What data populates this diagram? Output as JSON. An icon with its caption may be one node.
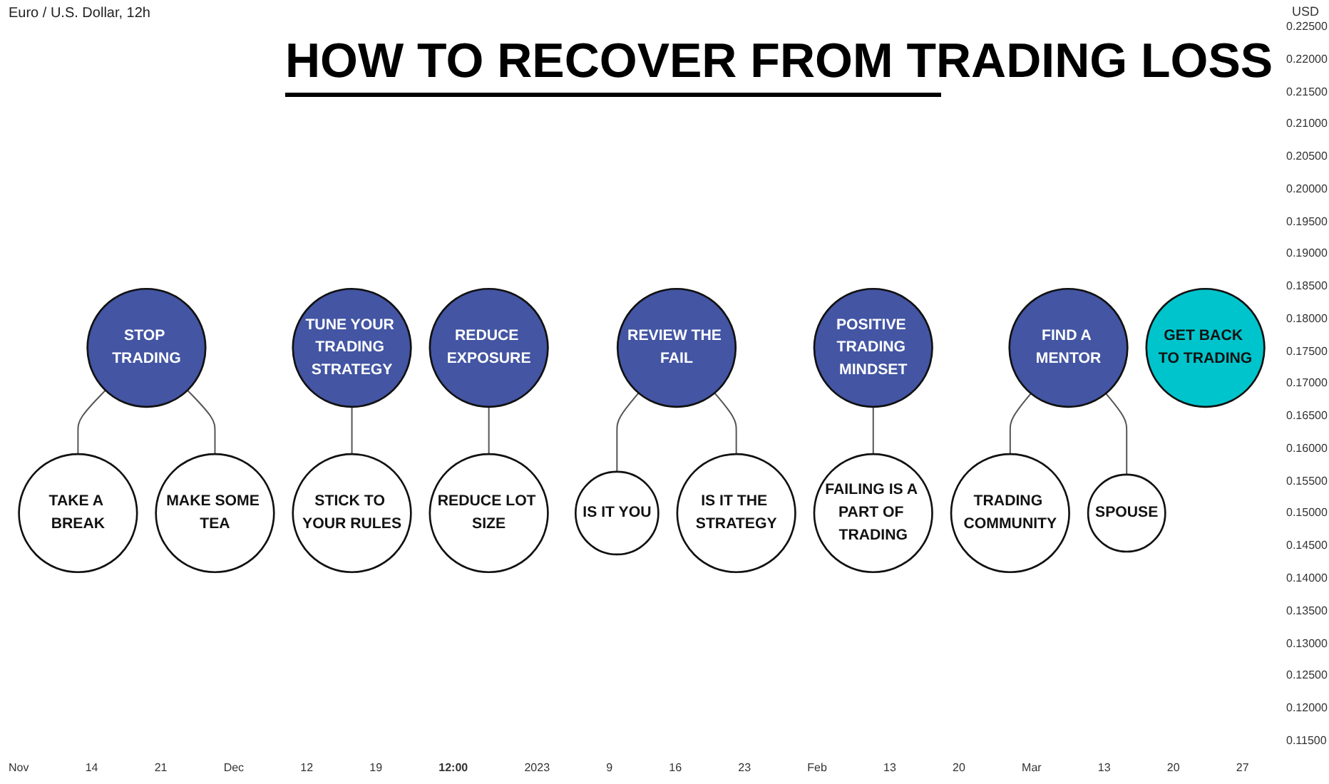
{
  "diagram": {
    "title": "HOW TO RECOVER FROM TRADING LOSS",
    "nodes": [
      {
        "text": [
          "STOP TRADING"
        ]
      },
      {
        "text": [
          "TAKE A BREAK"
        ]
      },
      {
        "text": [
          "MAKE SOME TEA"
        ]
      },
      {
        "text": [
          "TUNE YOUR TRADING STRATEGY"
        ]
      },
      {
        "text": [
          "STICK TO YOUR RULES"
        ]
      },
      {
        "text": [
          "REDUCE EXPOSURE"
        ]
      },
      {
        "text": [
          "REDUCE LOT SIZE"
        ]
      },
      {
        "text": [
          "IS IT YOU"
        ]
      },
      {
        "text": [
          "IS IT THE STRATEGY"
        ]
      },
      {
        "text": [
          "REVIEW THE FAIL"
        ]
      },
      {
        "text": [
          "POSITIVE TRADING MINDSET"
        ]
      },
      {
        "text": [
          "FAILING IS A PART OF TRADING"
        ]
      },
      {
        "text": [
          "TRADING COMMUNITY"
        ]
      },
      {
        "text": [
          "FIND A MENTOR"
        ]
      },
      {
        "text": [
          "SPOUSE"
        ]
      },
      {
        "text": [
          "GET BACK TO TRADING"
        ]
      }
    ],
    "edges": [
      {
        "from": 0,
        "to": 1,
        "arrow": "none"
      },
      {
        "from": 0,
        "to": 2,
        "arrow": "none"
      },
      {
        "from": 3,
        "to": 4,
        "arrow": "none"
      },
      {
        "from": 5,
        "to": 6,
        "arrow": "none"
      },
      {
        "from": 9,
        "to": 7,
        "arrow": "none"
      },
      {
        "from": 9,
        "to": 8,
        "arrow": "none"
      },
      {
        "from": 10,
        "to": 11,
        "arrow": "none"
      },
      {
        "from": 13,
        "to": 12,
        "arrow": "none"
      },
      {
        "from": 13,
        "to": 14,
        "arrow": "none"
      }
    ],
    "labels": [
      "Euro / U.S. Dollar, 12h",
      "USD",
      "0.22500",
      "0.22000",
      "0.21500",
      "0.21000",
      "0.20500",
      "0.20000",
      "0.19500",
      "0.19000",
      "0.18500",
      "0.18000",
      "0.17500",
      "0.17000",
      "0.16500",
      "0.16000",
      "0.15500",
      "0.15000",
      "0.14500",
      "0.14000",
      "0.13500",
      "0.13000",
      "0.12500",
      "0.12000",
      "0.11500",
      "Nov",
      "14",
      "21",
      "Dec",
      "12",
      "19",
      "12:00",
      "2023",
      "9",
      "16",
      "23",
      "Feb",
      "13",
      "20",
      "Mar",
      "13",
      "20",
      "27"
    ]
  }
}
